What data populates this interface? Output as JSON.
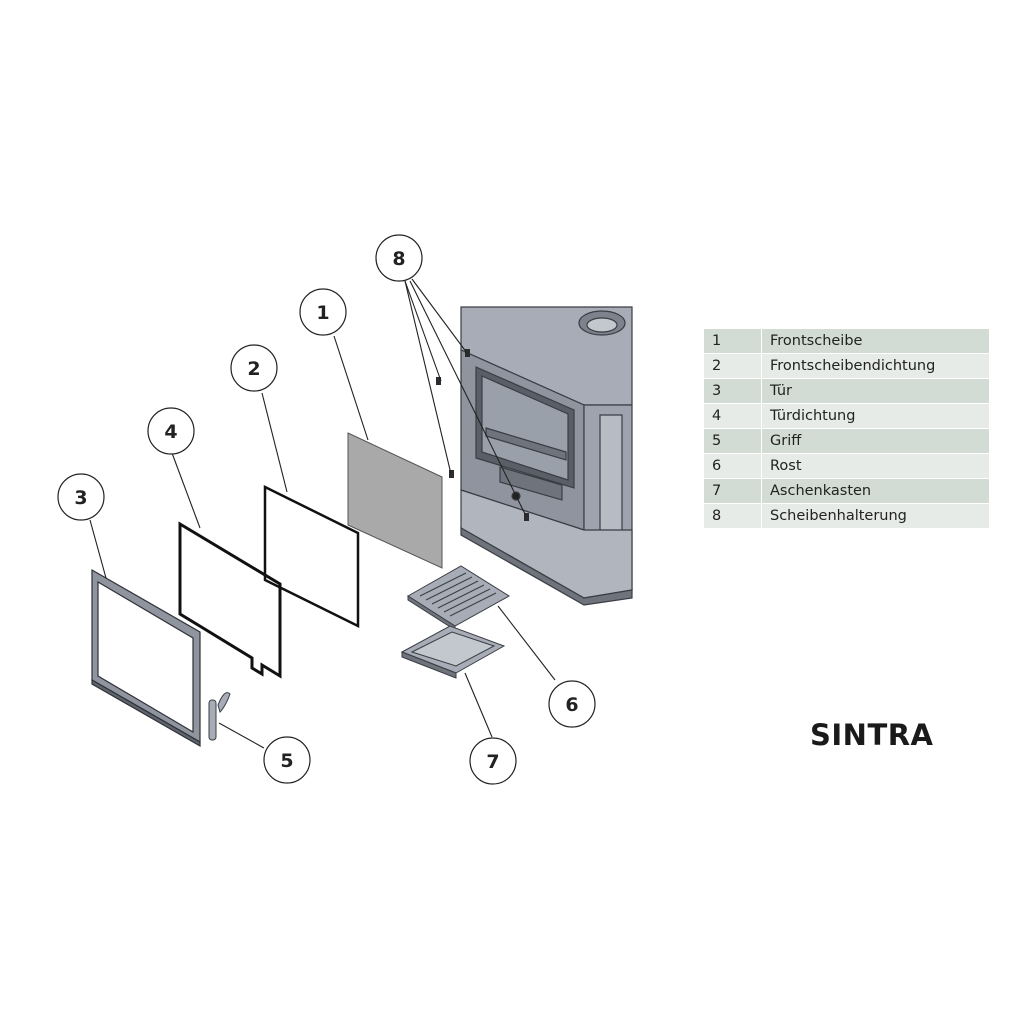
{
  "title": "SINTRA",
  "colors": {
    "metal": "#a7acb6",
    "metal_dark": "#6e737c",
    "glass": "#a9a9a9",
    "row_a": "#d3dcd4",
    "row_b": "#e7ebe7"
  },
  "callouts": [
    "1",
    "2",
    "3",
    "4",
    "5",
    "6",
    "7",
    "8"
  ],
  "parts": [
    {
      "num": "1",
      "name": "Frontscheibe"
    },
    {
      "num": "2",
      "name": "Frontscheibendichtung"
    },
    {
      "num": "3",
      "name": "Tür"
    },
    {
      "num": "4",
      "name": "Türdichtung"
    },
    {
      "num": "5",
      "name": "Griff"
    },
    {
      "num": "6",
      "name": "Rost"
    },
    {
      "num": "7",
      "name": "Aschenkasten"
    },
    {
      "num": "8",
      "name": "Scheibenhalterung"
    }
  ]
}
